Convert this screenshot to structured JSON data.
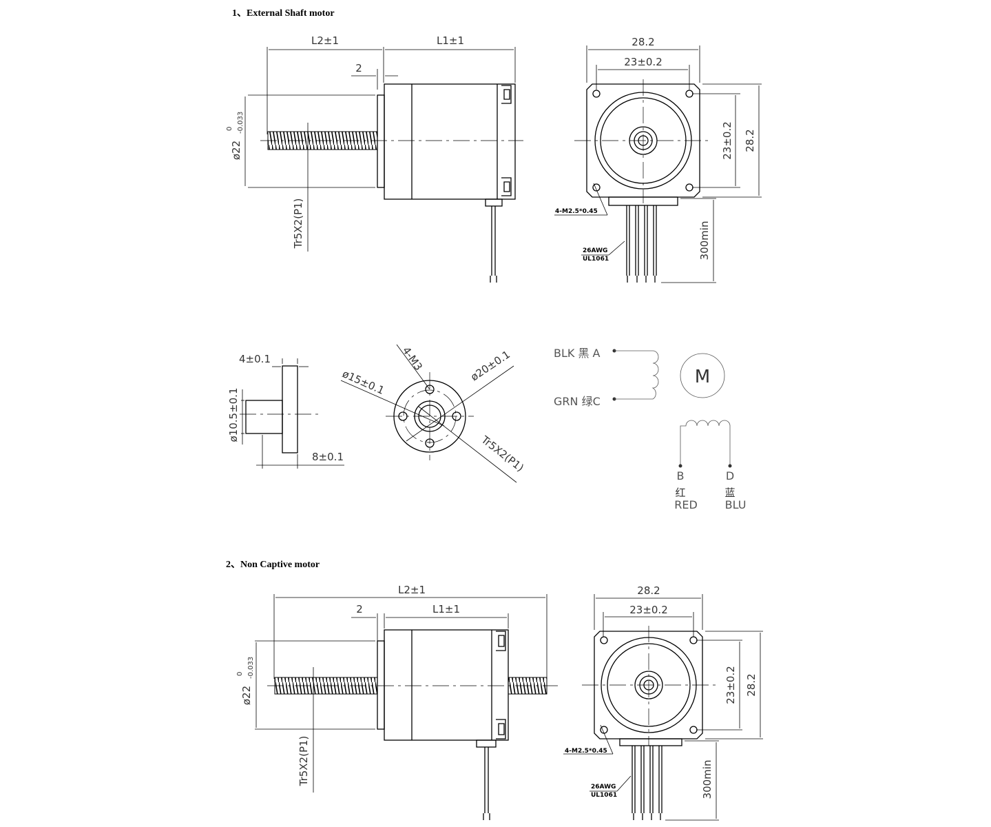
{
  "sections": [
    {
      "number": "1",
      "sep": "、",
      "title": "External Shaft motor"
    },
    {
      "number": "2",
      "sep": "、",
      "title": "Non Captive motor"
    }
  ],
  "dims": {
    "L2": "L2±1",
    "L1": "L1±1",
    "two": "2",
    "d22": "ø22",
    "tol_up": "0",
    "tol_low": "-0.033",
    "tr": "Tr5X2(P1)",
    "w282": "28.2",
    "w23": "23±0.2",
    "h23": "23±0.2",
    "h282": "28.2",
    "m25": "4-M2.5*0.45",
    "awg": "26AWG",
    "ul": "UL1061",
    "len300": "300min",
    "t4": "4±0.1",
    "d105": "ø10.5±0.1",
    "t8": "8±0.1",
    "m3": "4-M3",
    "d15": "ø15±0.1",
    "d20": "ø20±0.1",
    "tr_nut": "Tr5X2(P1)"
  },
  "wiring": {
    "a": "BLK 黑 A",
    "c": "GRN 绿C",
    "m": "M",
    "b": "B",
    "d": "D",
    "b_cn": "红",
    "d_cn": "蓝",
    "b_en": "RED",
    "d_en": "BLU"
  }
}
